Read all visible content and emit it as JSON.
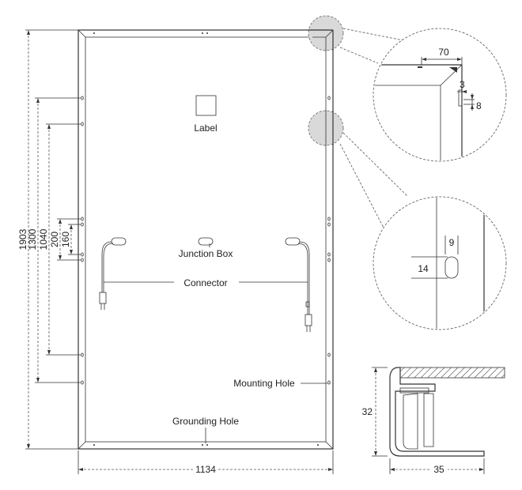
{
  "labels": {
    "label_box": "Label",
    "junction_box": "Junction Box",
    "connector": "Connector",
    "mounting_hole": "Mounting Hole",
    "grounding_hole": "Grounding Hole"
  },
  "dimensions": {
    "height_total": "1903",
    "height_1300": "1300",
    "height_1040": "1040",
    "height_200": "200",
    "height_160": "160",
    "width_total": "1134",
    "corner_70": "70",
    "corner_3": "3",
    "corner_8": "8",
    "hole_9": "9",
    "hole_14": "14",
    "profile_32": "32",
    "profile_35": "35"
  }
}
